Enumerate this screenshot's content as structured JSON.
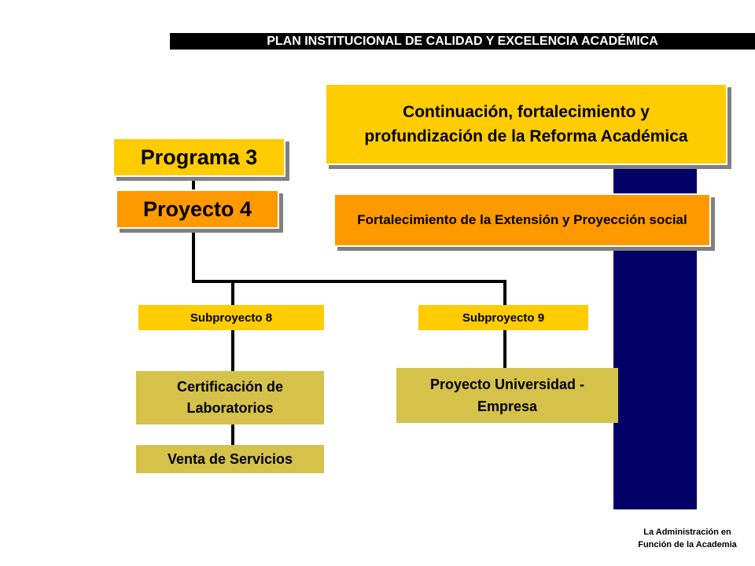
{
  "header": {
    "title": "PLAN INSTITUCIONAL DE CALIDAD Y EXCELENCIA ACADÉMICA"
  },
  "nodes": {
    "programa": "Programa 3",
    "proyecto": "Proyecto 4",
    "programa_desc": "Continuación,  fortalecimiento y profundización de la Reforma Académica",
    "proyecto_desc": "Fortalecimiento de la Extensión y Proyección social",
    "subproyecto_8": "Subproyecto 8",
    "subproyecto_9": "Subproyecto 9",
    "certificacion": "Certificación de Laboratorios",
    "venta": "Venta de Servicios",
    "universidad_empresa": "Proyecto Universidad - Empresa"
  },
  "footer": {
    "text": "La Administración en Función de la Academia"
  },
  "colors": {
    "yellow": "#ffcc00",
    "orange": "#ff9900",
    "olive": "#d4c24a",
    "navy": "#000066",
    "header_bg": "#000000"
  }
}
